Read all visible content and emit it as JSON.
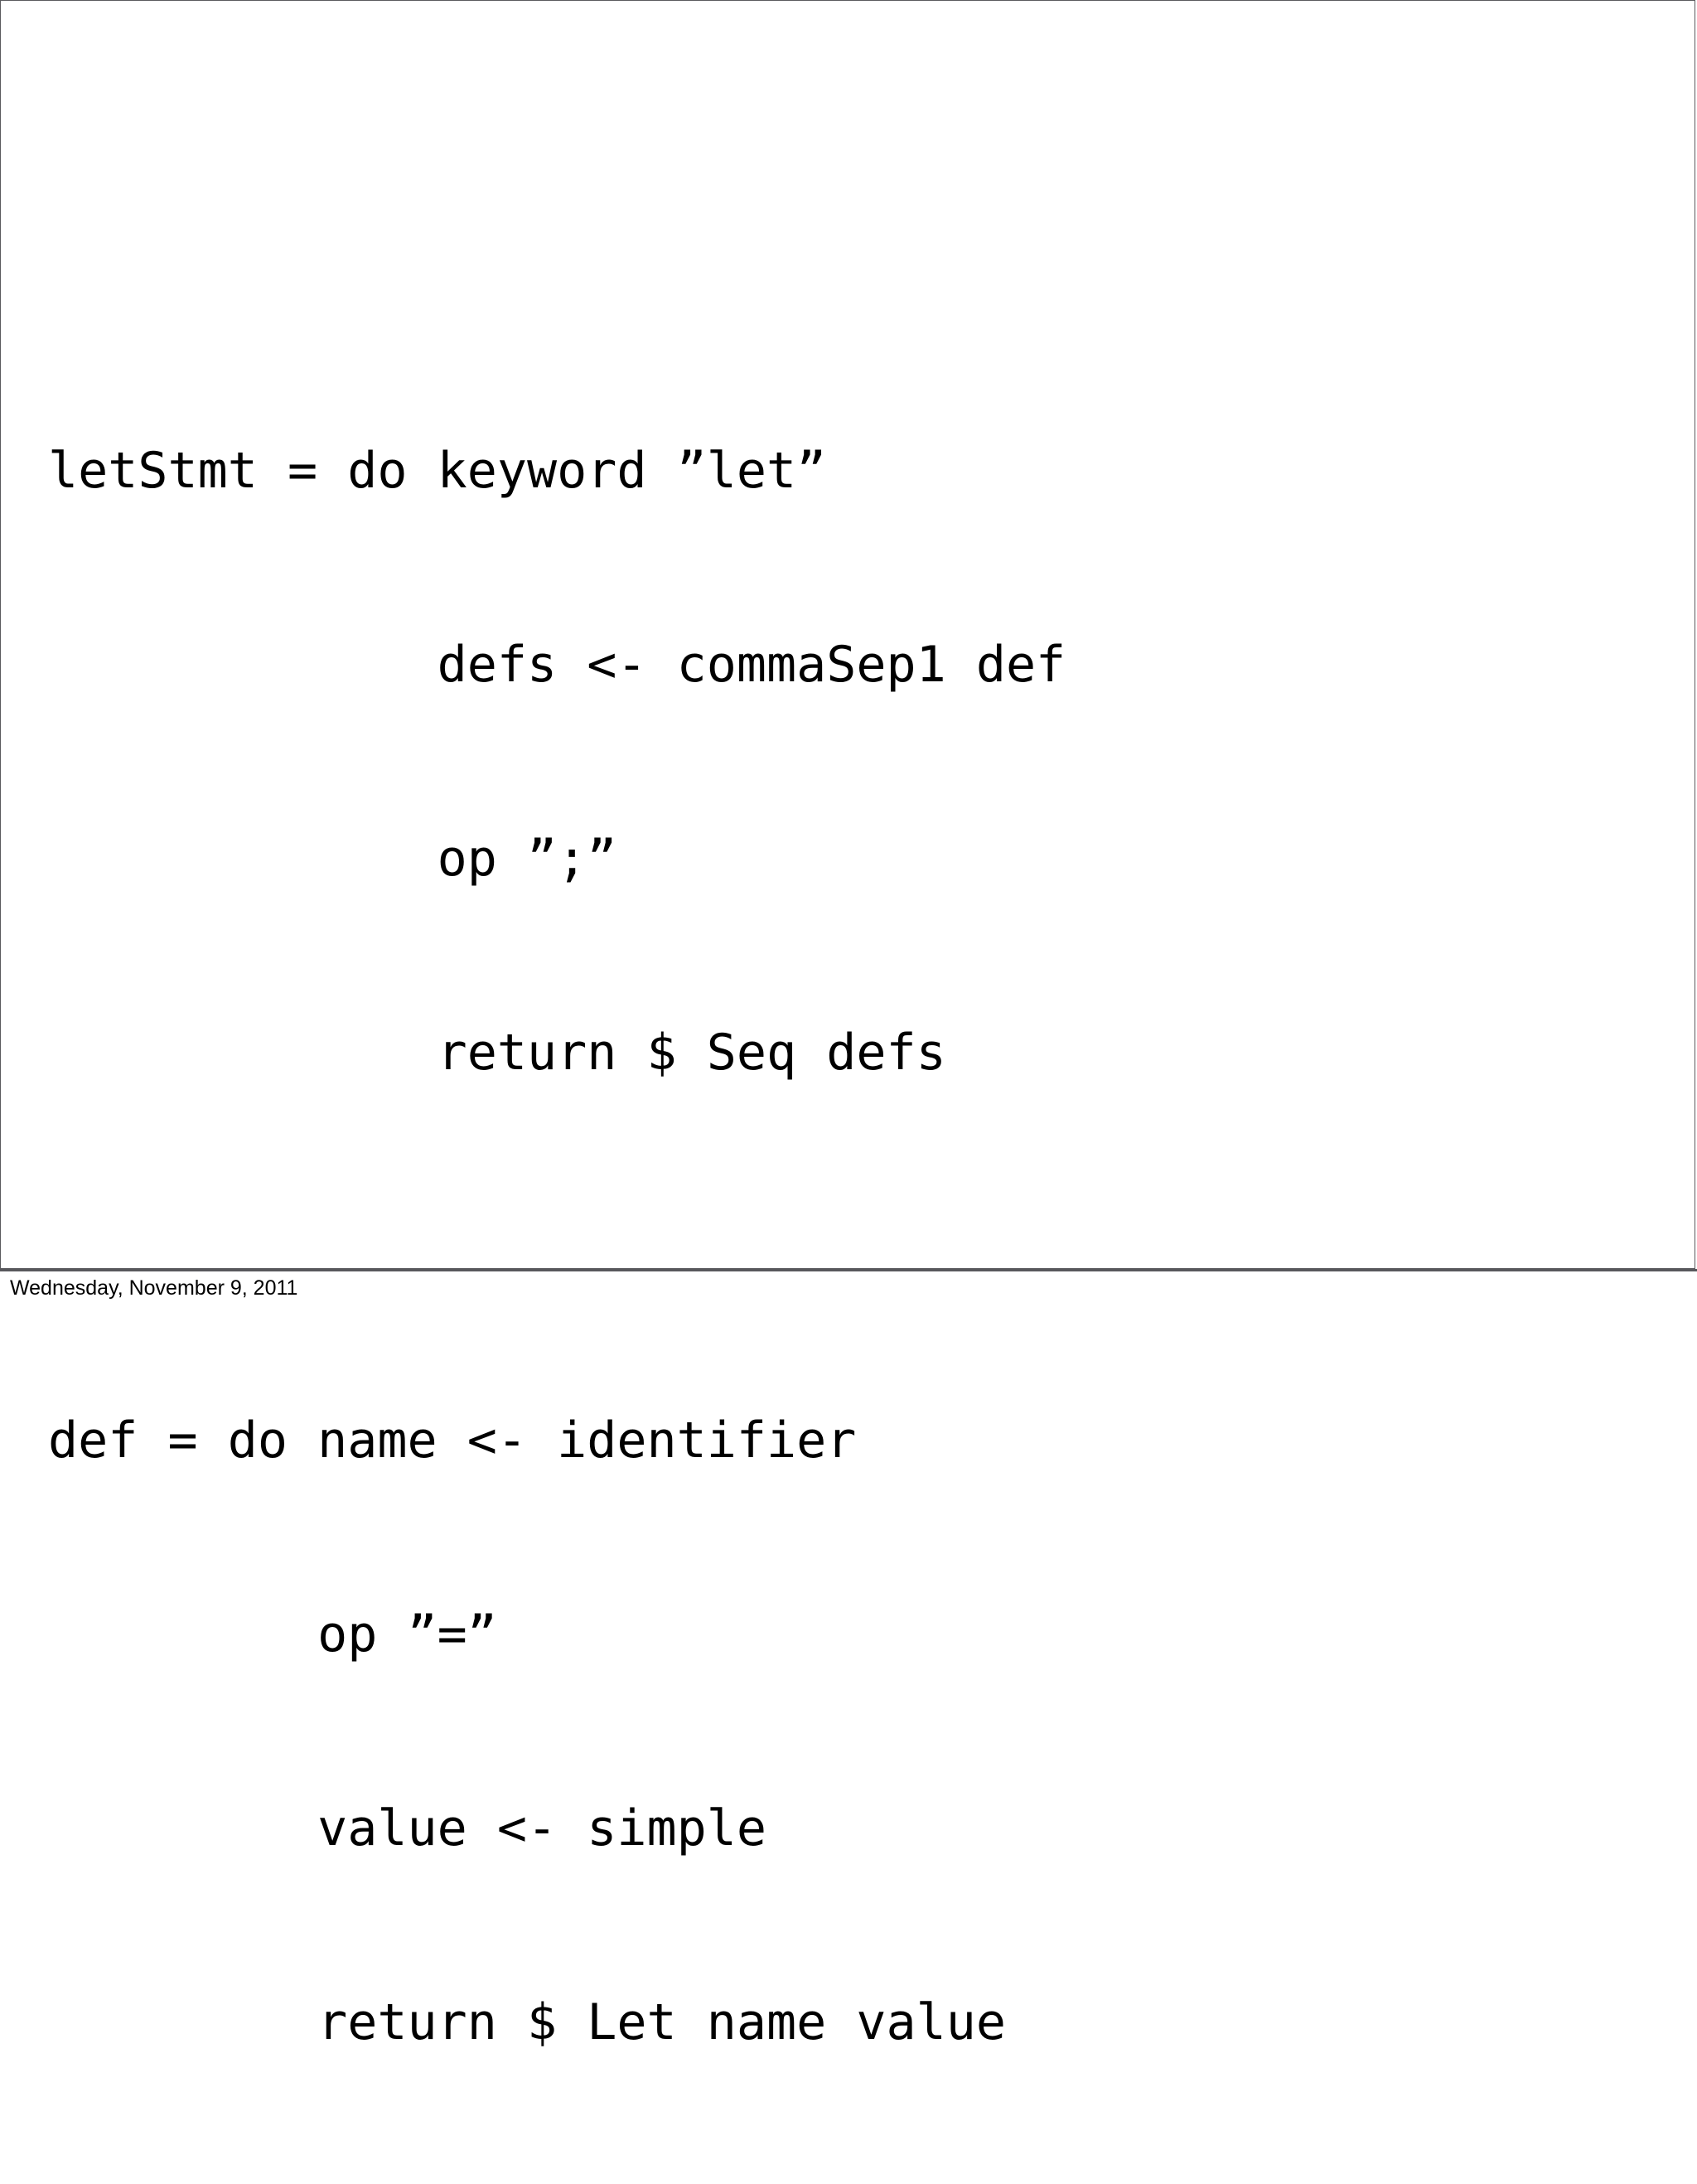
{
  "slide": {
    "background_color": "#ffffff",
    "border_color": "#5a5a5e",
    "text_color": "#000000"
  },
  "code": {
    "language": "haskell",
    "lines": [
      "letStmt = do keyword ”let”",
      "             defs <- commaSep1 def",
      "             op ”;”",
      "             return $ Seq defs",
      "",
      "def = do name <- identifier",
      "         op ”=”",
      "         value <- simple",
      "         return $ Let name value"
    ]
  },
  "footer": {
    "date": "Wednesday, November 9, 2011"
  }
}
